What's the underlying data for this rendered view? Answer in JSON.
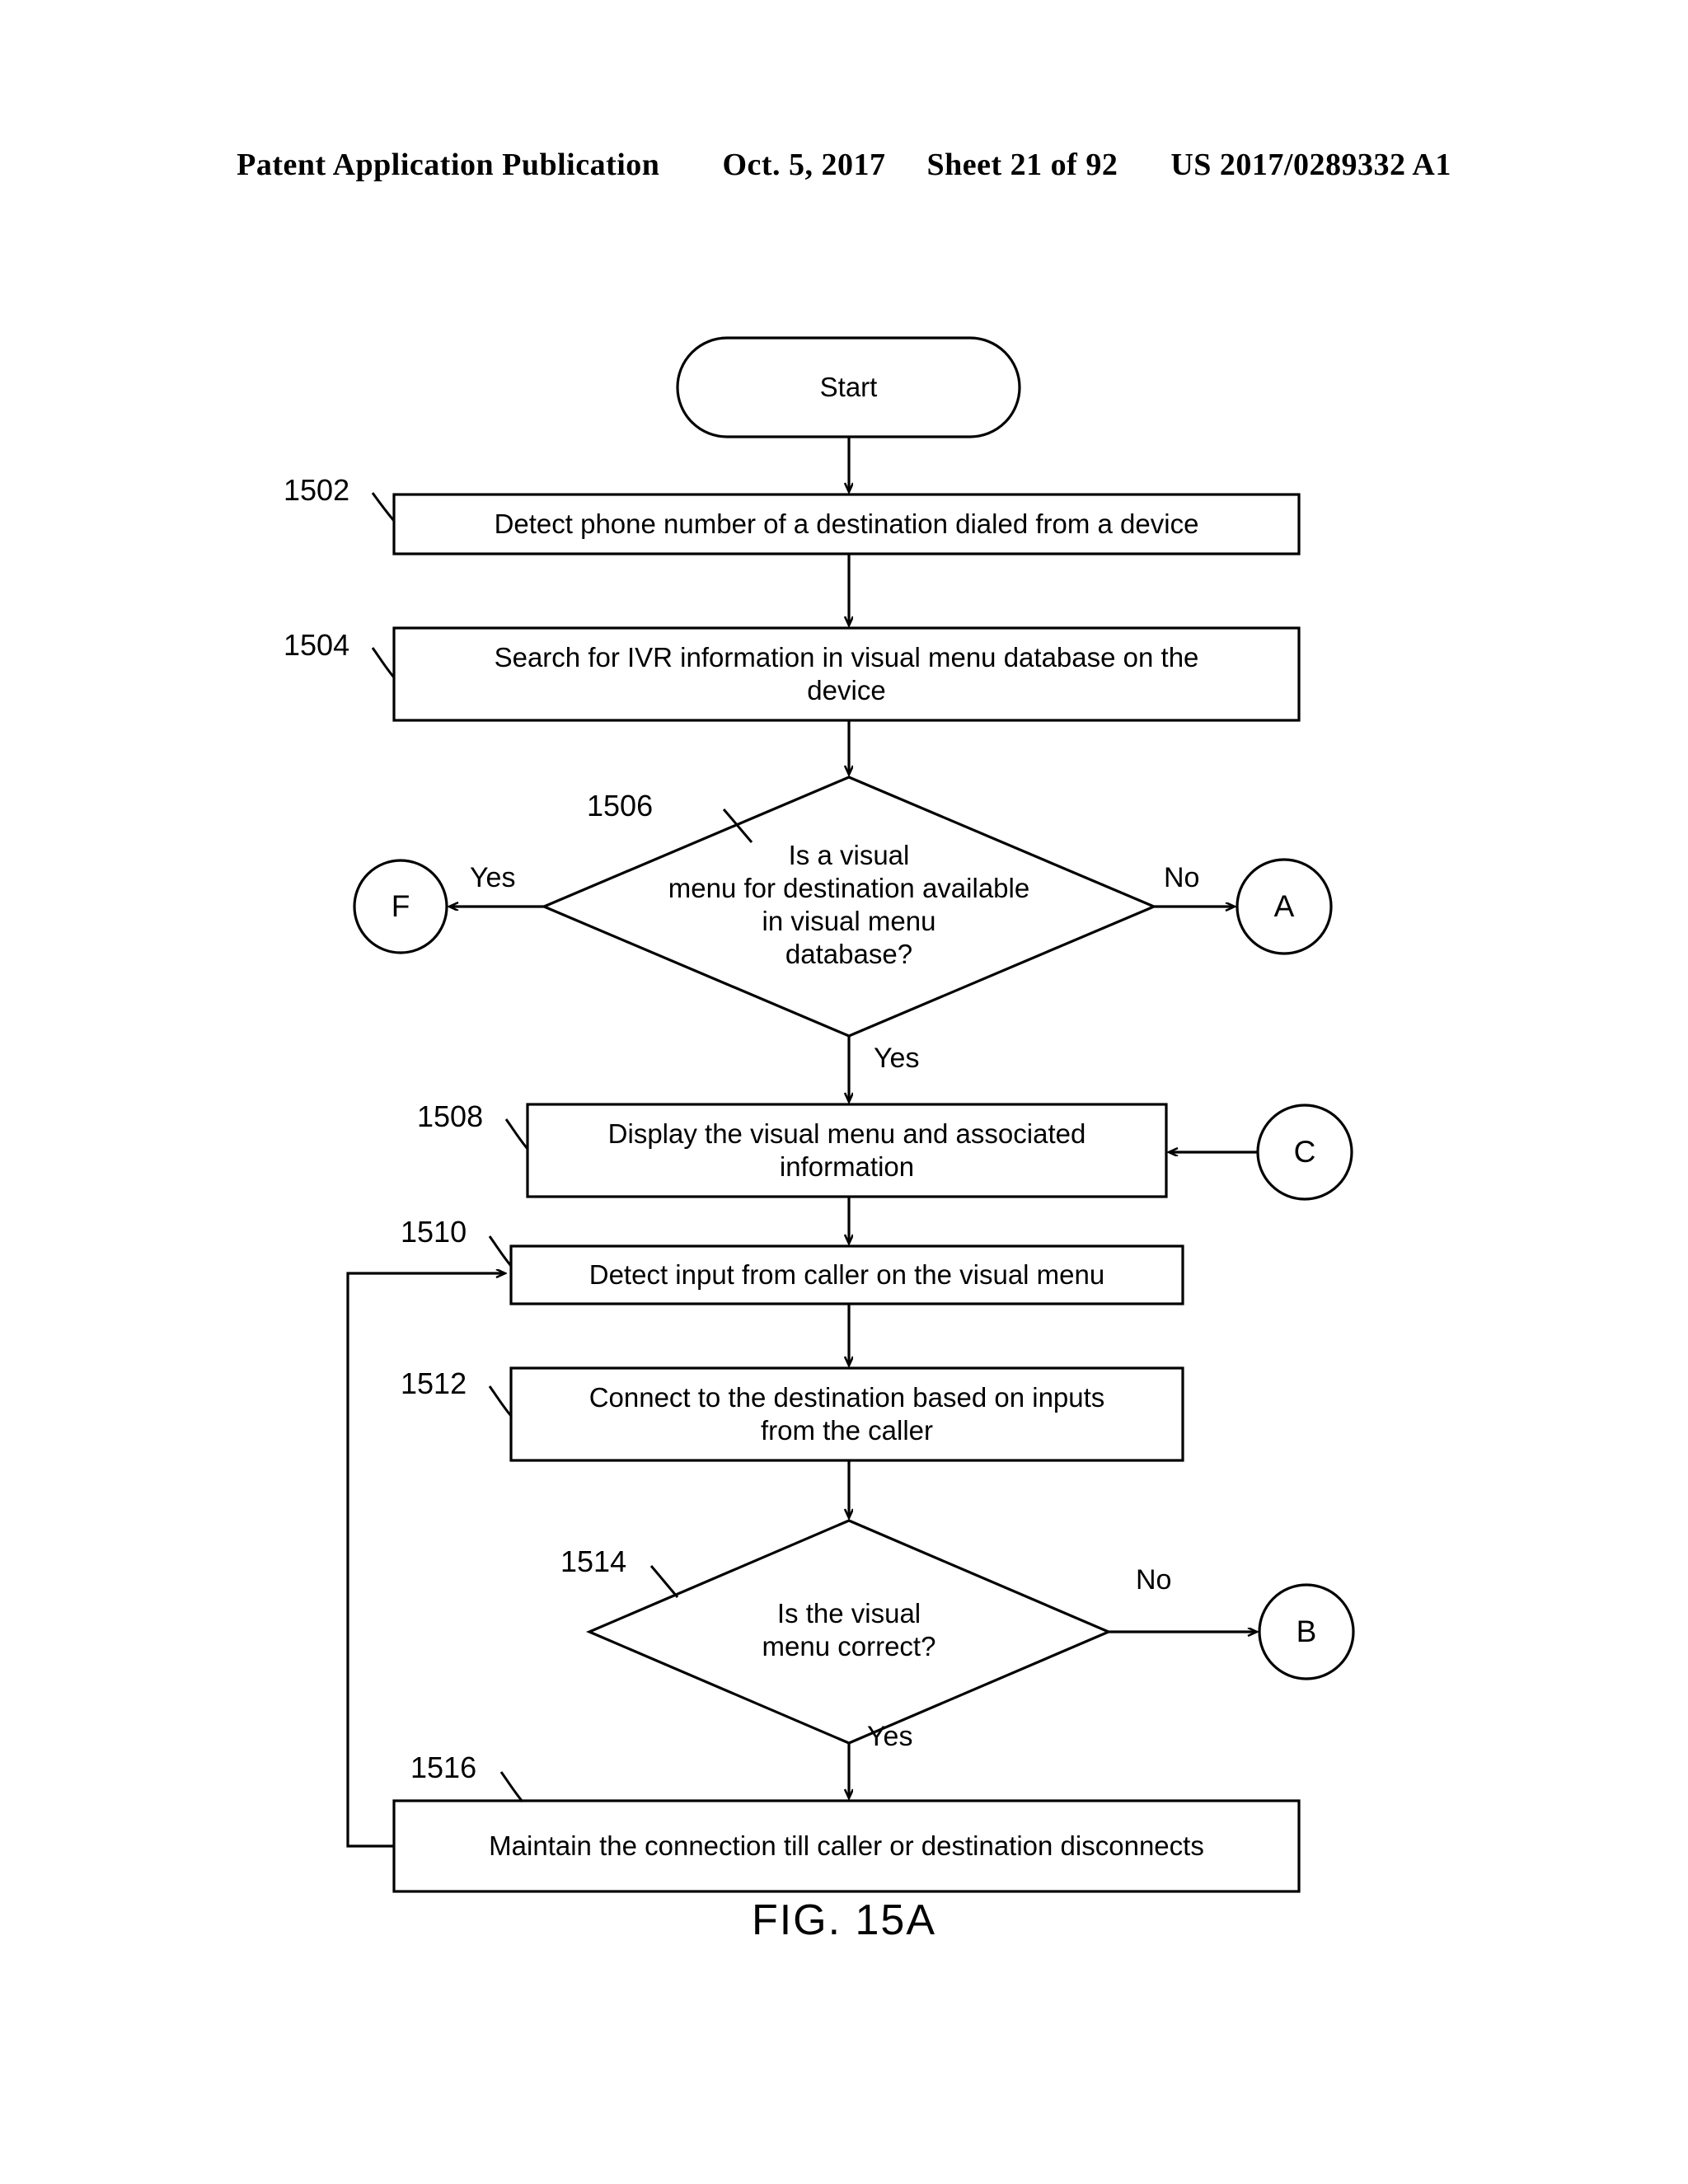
{
  "header": {
    "publication": "Patent Application Publication",
    "date": "Oct. 5, 2017",
    "sheet": "Sheet 21 of 92",
    "patent_number": "US 2017/0289332 A1"
  },
  "figure": {
    "caption": "FIG. 15A"
  },
  "flowchart": {
    "type": "flowchart",
    "start": {
      "label": "Start",
      "shape": "rounded-terminator"
    },
    "steps": [
      {
        "ref": "1502",
        "shape": "process",
        "text": "Detect phone number of a destination dialed from a device"
      },
      {
        "ref": "1504",
        "shape": "process",
        "text": "Search for IVR information in visual menu database on the\ndevice"
      },
      {
        "ref": "1506",
        "shape": "decision",
        "text": "Is a visual\nmenu for destination available\nin visual menu\ndatabase?"
      },
      {
        "ref": "1508",
        "shape": "process",
        "text": "Display the visual menu and associated\ninformation"
      },
      {
        "ref": "1510",
        "shape": "process",
        "text": "Detect input from caller on the visual menu"
      },
      {
        "ref": "1512",
        "shape": "process",
        "text": "Connect to the destination based on inputs\nfrom the caller"
      },
      {
        "ref": "1514",
        "shape": "decision",
        "text": "Is the visual\nmenu correct?"
      },
      {
        "ref": "1516",
        "shape": "process",
        "text": "Maintain the connection till caller or destination disconnects"
      }
    ],
    "connectors": [
      {
        "id": "F",
        "label": "F",
        "shape": "circle"
      },
      {
        "id": "A",
        "label": "A",
        "shape": "circle"
      },
      {
        "id": "C",
        "label": "C",
        "shape": "circle"
      },
      {
        "id": "B",
        "label": "B",
        "shape": "circle"
      }
    ],
    "edge_labels": {
      "d1506_left": "Yes",
      "d1506_right": "No",
      "d1506_down": "Yes",
      "d1514_right": "No",
      "d1514_down": "Yes"
    }
  },
  "colors": {
    "ink": "#000000",
    "paper": "#ffffff"
  }
}
